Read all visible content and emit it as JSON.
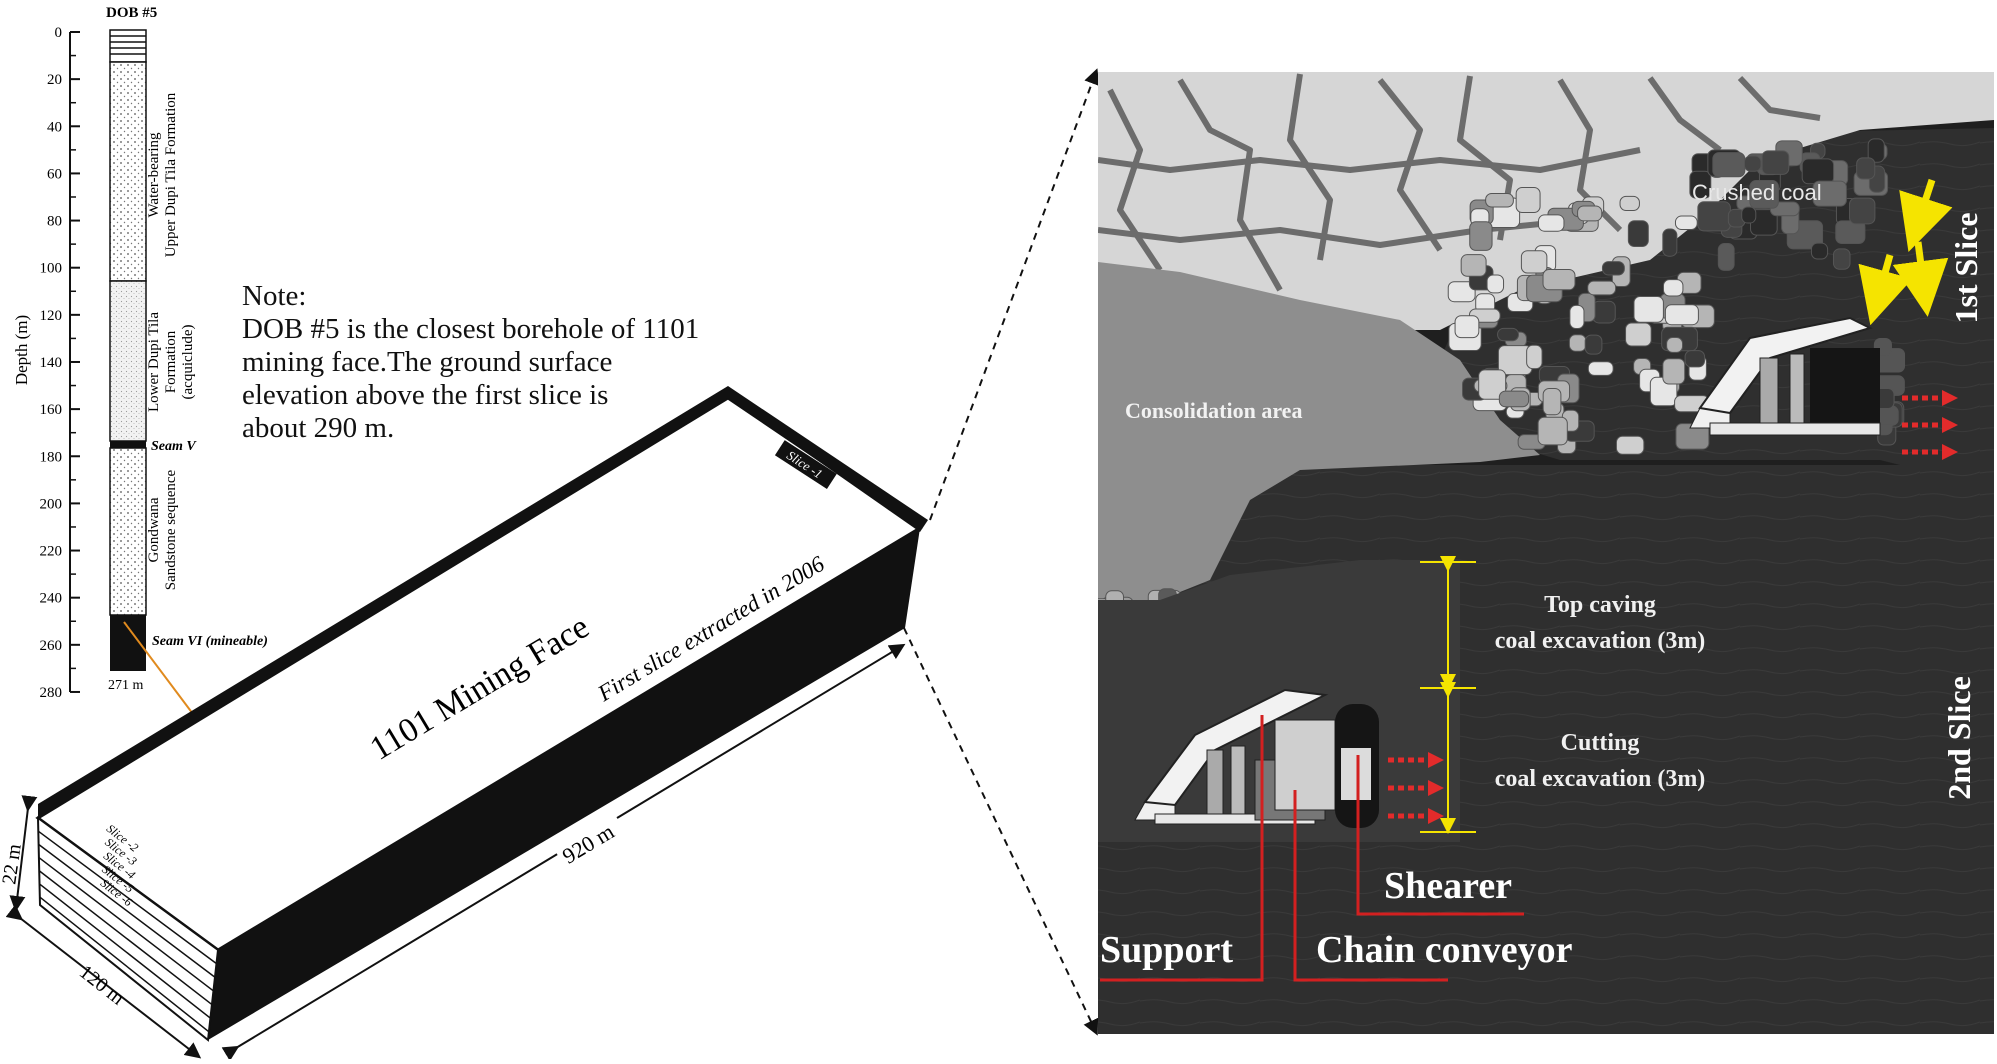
{
  "borehole": {
    "title": "DOB #5",
    "axis_label": "Depth (m)",
    "ticks": [
      "0",
      "20",
      "40",
      "60",
      "80",
      "100",
      "120",
      "140",
      "160",
      "180",
      "200",
      "220",
      "240",
      "260",
      "280"
    ],
    "bottom_label": "271 m",
    "units": [
      {
        "line1": "Water-bearing",
        "line2": "Upper Dupi Tila Formation",
        "line3": ""
      },
      {
        "line1": "Lower Dupi Tila",
        "line2": "Formation",
        "line3": "(acquiclude)"
      },
      {
        "line1": "Gondwana",
        "line2": "Sandstone sequence",
        "line3": ""
      }
    ],
    "seam_v": "Seam V",
    "seam_vi": "Seam VI (mineable)"
  },
  "note": {
    "heading": "Note:",
    "lines": [
      "DOB #5 is the closest borehole of 1101",
      "mining face.The ground surface",
      "elevation above the first slice is",
      "about 290 m."
    ]
  },
  "block": {
    "face_label": "1101 Mining Face",
    "first_slice_label": "First slice extracted in 2006",
    "length": "920 m",
    "width": "120 m",
    "height": "22 m",
    "slices": [
      "Slice -1",
      "Slice -2",
      "Slice -3",
      "Slice -4",
      "Slice -5",
      "Slice -6"
    ]
  },
  "section": {
    "crushed_coal": "Crushed coal",
    "consolidation_area": "Consolidation area",
    "first_slice": "1st Slice",
    "second_slice": "2nd Slice",
    "top_caving_line1": "Top caving",
    "top_caving_line2": "coal excavation (3m)",
    "cutting_line1": "Cutting",
    "cutting_line2": "coal excavation (3m)",
    "shearer": "Shearer",
    "support": "Support",
    "chain_conveyor": "Chain conveyor"
  },
  "colors": {
    "coal_dark": "#2e2e2e",
    "consolidation": "#8a8a8a",
    "rock": "#cfcfcf",
    "arrow_yellow": "#f5e400",
    "arrow_red": "#e32b2b",
    "leader_red": "#d32020"
  }
}
